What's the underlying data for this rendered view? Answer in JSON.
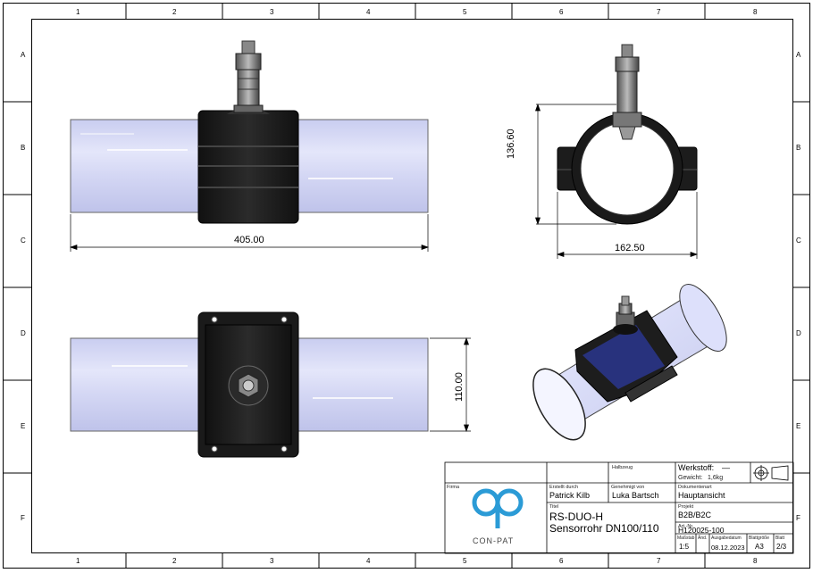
{
  "zones": {
    "columns": [
      "1",
      "2",
      "3",
      "4",
      "5",
      "6",
      "7",
      "8"
    ],
    "rows": [
      "A",
      "B",
      "C",
      "D",
      "E",
      "F"
    ]
  },
  "dimensions": {
    "length": "405.00",
    "height_side": "136.60",
    "width_side": "162.50",
    "height_top": "110.00"
  },
  "title_block": {
    "halbzeug_label": "Halbzeug",
    "werkstoff_label": "Werkstoff:",
    "werkstoff_value": "—",
    "gewicht_label": "Gewicht:",
    "gewicht_value": "1,6kg",
    "firma_label": "Firma",
    "erstellt_label": "Erstellt durch",
    "erstellt_value": "Patrick Kilb",
    "genehmigt_label": "Genehmigt von",
    "genehmigt_value": "Luka Bartsch",
    "dokumentenart_label": "Dokumentenart",
    "dokumentenart_value": "Hauptansicht",
    "titel_label": "Titel",
    "titel_line1": "RS-DUO-H",
    "titel_line2": "Sensorrohr DN100/110",
    "projekt_label": "Projekt",
    "projekt_value": "B2B/B2C",
    "artnr_label": "Art.-Nr.",
    "artnr_value": "H120025-100",
    "massstab_label": "Maßstab",
    "massstab_value": "1:5",
    "aend_label": "Änd.",
    "ausgabe_label": "Ausgabedatum",
    "ausgabe_value": "08.12.2023",
    "blatt_groesse_label": "Blattgröße",
    "blatt_groesse_value": "A3",
    "blatt_label": "Blatt",
    "blatt_value": "2/3",
    "logo_text": "CON-PAT"
  },
  "colors": {
    "tube_fill": "#d4d7f4",
    "tube_highlight": "#eef0ff",
    "clamp_dark": "#1a1a1a",
    "logo_blue": "#2b9bd6"
  }
}
